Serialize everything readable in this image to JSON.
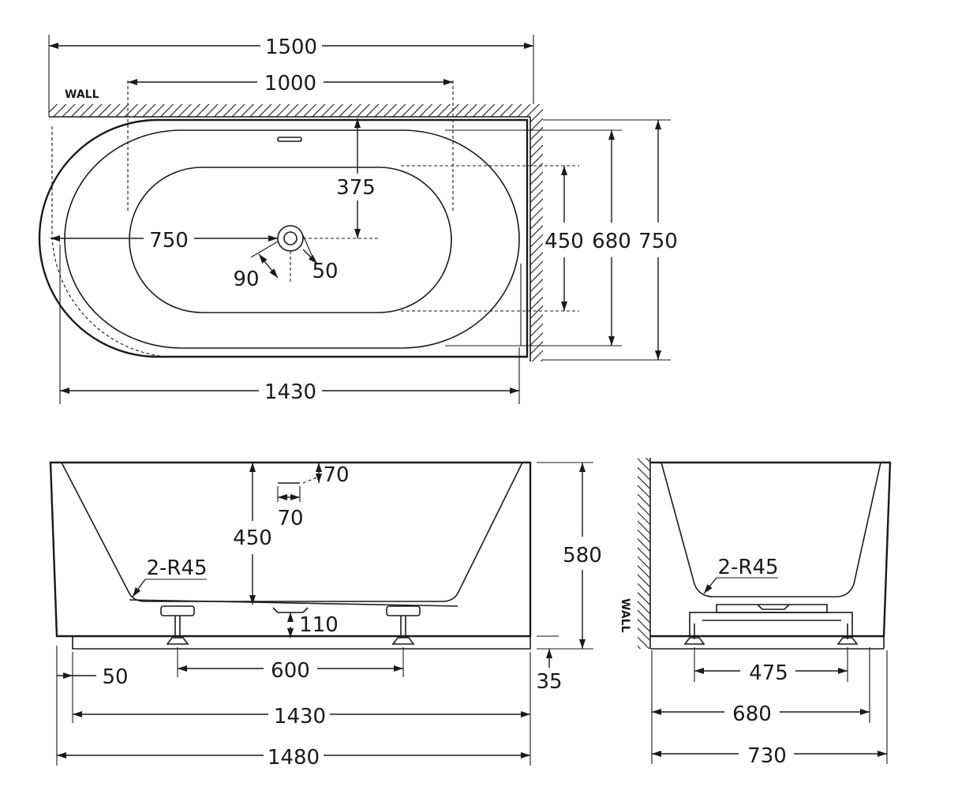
{
  "plan": {
    "wall_label": "WALL",
    "overall_length": "1500",
    "waste_offset": "1000",
    "depth_to_waste": "375",
    "inner_depth": "450",
    "outer_depth": "680",
    "overall_depth": "750",
    "waste_position": "750",
    "waste_outer": "90",
    "waste_inner": "50",
    "base_length": "1430"
  },
  "front": {
    "overflow_height": "70",
    "overflow_width": "70",
    "inner_depth": "450",
    "corner_radius": "2-R45",
    "feet_height": "110",
    "overall_height": "580",
    "feet_spacing": "600",
    "edge_offset": "50",
    "plinth": "35",
    "base_length": "1430",
    "overall_length": "1480"
  },
  "side": {
    "wall_label": "WALL",
    "corner_radius": "2-R45",
    "feet_spacing": "475",
    "base_width": "680",
    "overall_width": "730"
  },
  "colors": {
    "line": "#1a1a1a",
    "background": "#ffffff"
  }
}
